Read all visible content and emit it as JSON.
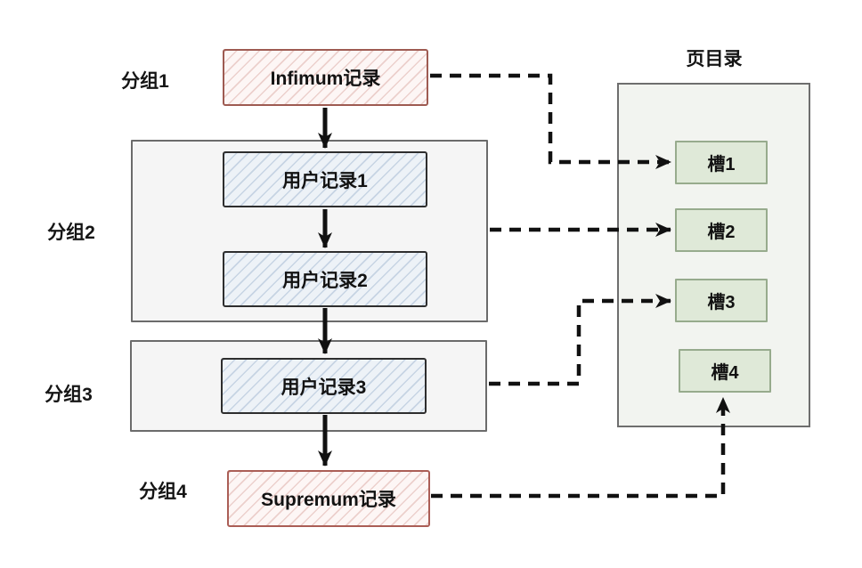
{
  "groups": [
    {
      "label": "分组1"
    },
    {
      "label": "分组2"
    },
    {
      "label": "分组3"
    },
    {
      "label": "分组4"
    }
  ],
  "records": [
    {
      "id": "infimum",
      "label": "Infimum记录",
      "type": "system"
    },
    {
      "id": "user1",
      "label": "用户记录1",
      "type": "user"
    },
    {
      "id": "user2",
      "label": "用户记录2",
      "type": "user"
    },
    {
      "id": "user3",
      "label": "用户记录3",
      "type": "user"
    },
    {
      "id": "supremum",
      "label": "Supremum记录",
      "type": "system"
    }
  ],
  "page_directory": {
    "title": "页目录",
    "slots": [
      {
        "label": "槽1"
      },
      {
        "label": "槽2"
      },
      {
        "label": "槽3"
      },
      {
        "label": "槽4"
      }
    ]
  },
  "connections": {
    "record_chain": [
      "infimum -> user1",
      "user1 -> user2",
      "user2 -> user3",
      "user3 -> supremum"
    ],
    "slot_links": [
      "分组1 -> 槽1",
      "分组2 -> 槽2",
      "分组3 -> 槽3",
      "分组4 -> 槽4"
    ]
  },
  "colors": {
    "system_record_border": "#9e5b52",
    "system_record_fill": "#fdf6f5",
    "user_record_border": "#2e2e2e",
    "user_record_fill": "#edf2f7",
    "group_container_fill": "#f5f5f5",
    "group_container_border": "#6b6b6b",
    "page_directory_fill": "#f2f4f0",
    "slot_fill": "#dfe9d8",
    "slot_border": "#97ab8d",
    "arrow": "#111111"
  }
}
